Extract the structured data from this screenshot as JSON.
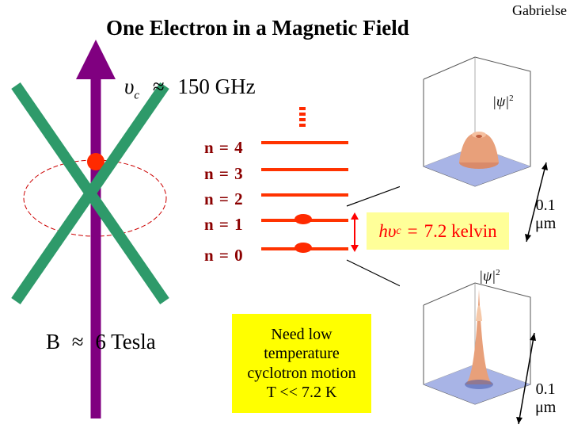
{
  "slide": {
    "title": "One Electron in a Magnetic Field",
    "author": "Gabrielse"
  },
  "frequency": {
    "symbol": "υ",
    "subscript": "c",
    "approx": "≈",
    "value": "150 GHz"
  },
  "field": {
    "symbol": "B",
    "approx": "≈",
    "value": "6 Tesla"
  },
  "levels": [
    {
      "label": "n = 4"
    },
    {
      "label": "n = 3"
    },
    {
      "label": "n = 2"
    },
    {
      "label": "n = 1"
    },
    {
      "label": "n = 0"
    }
  ],
  "energy": {
    "h": "h",
    "nu": "υ",
    "sub": "c",
    "eq": "=",
    "value": "7.2 kelvin"
  },
  "note": {
    "lines": [
      "Need low",
      "temperature",
      "cyclotron motion",
      "T << 7.2 K"
    ]
  },
  "plots": {
    "psi_label": "|ψ|",
    "psi_exp": "2",
    "upper_scale": [
      "0.1",
      "μm"
    ],
    "lower_scale": [
      "0.1",
      "μm"
    ]
  },
  "colors": {
    "green_cross": "#2e9a6a",
    "arrow": "#800080",
    "level_line": "#ff3300",
    "energy_box": "#ffff99",
    "note_box": "#ffff00"
  }
}
